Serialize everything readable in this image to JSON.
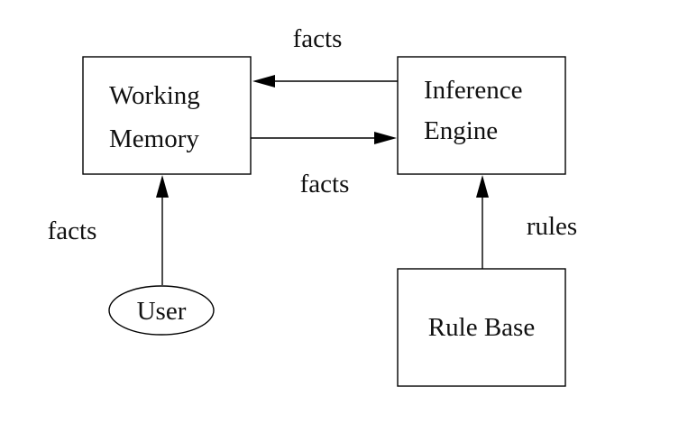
{
  "nodes": {
    "working_memory": {
      "line1": "Working",
      "line2": "Memory"
    },
    "inference_engine": {
      "line1": "Inference",
      "line2": "Engine"
    },
    "user": {
      "label": "User"
    },
    "rule_base": {
      "label": "Rule Base"
    }
  },
  "edges": {
    "engine_to_memory": {
      "label": "facts"
    },
    "memory_to_engine": {
      "label": "facts"
    },
    "user_to_memory": {
      "label": "facts"
    },
    "rulebase_to_engine": {
      "label": "rules"
    }
  },
  "colors": {
    "stroke": "#000000",
    "text": "#111111",
    "background": "#ffffff"
  }
}
